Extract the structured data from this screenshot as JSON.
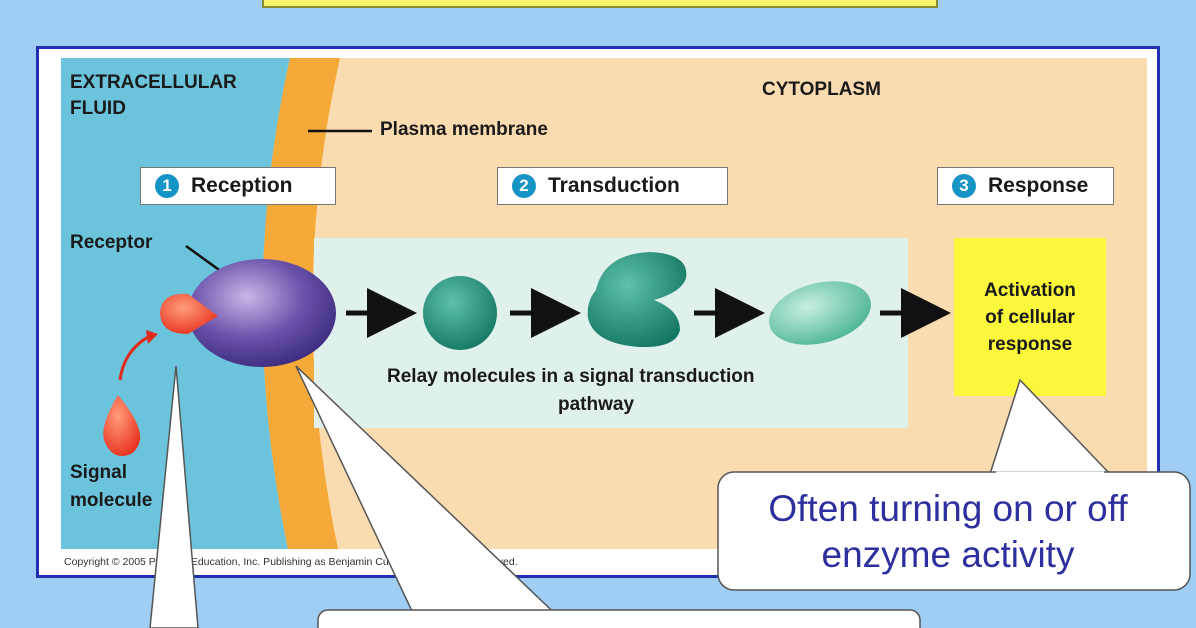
{
  "labels": {
    "extracellular_line1": "EXTRACELLULAR",
    "extracellular_line2": "FLUID",
    "cytoplasm": "CYTOPLASM",
    "plasma_membrane": "Plasma membrane",
    "receptor": "Receptor",
    "signal_line1": "Signal",
    "signal_line2": "molecule",
    "relay_line1": "Relay molecules in a signal transduction",
    "relay_line2": "pathway"
  },
  "steps": [
    {
      "num": "1",
      "label": "Reception"
    },
    {
      "num": "2",
      "label": "Transduction"
    },
    {
      "num": "3",
      "label": "Response"
    }
  ],
  "response_box": {
    "line1": "Activation",
    "line2": "of cellular",
    "line3": "response"
  },
  "copyright": "Copyright © 2005 Pearson Education, Inc. Publishing as Benjamin Cummings. All rights reserved.",
  "callout": {
    "line1": "Often turning on or off",
    "line2": "enzyme activity"
  },
  "colors": {
    "extracellular": "#6cc3dc",
    "membrane": "#f5a939",
    "cytoplasm": "#fbdcb1",
    "relay_box": "#e0f1ec",
    "response_box": "#fbf73a",
    "step_number": "#1794c6",
    "callout_text": "#2e2f9e"
  }
}
